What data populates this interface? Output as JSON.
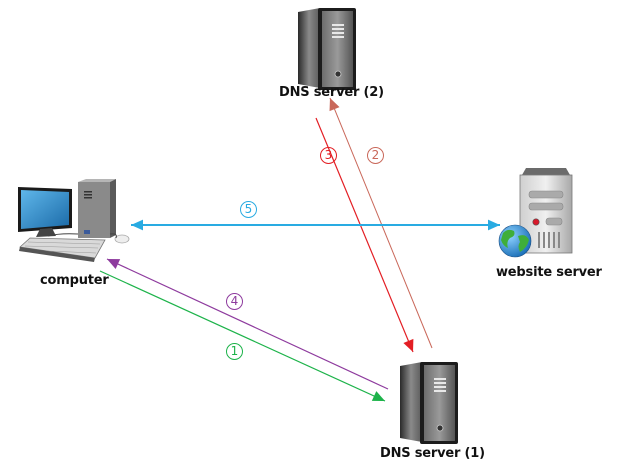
{
  "nodes": {
    "dns_server_2": {
      "label": "DNS server (2)"
    },
    "computer": {
      "label": "computer"
    },
    "website_server": {
      "label": "website server"
    },
    "dns_server_1": {
      "label": "DNS server (1)"
    }
  },
  "steps": [
    {
      "number": "1",
      "from": "computer",
      "to": "dns_server_1",
      "color": "#1db34a"
    },
    {
      "number": "2",
      "from": "dns_server_1",
      "to": "dns_server_2",
      "color": "#c9685a"
    },
    {
      "number": "3",
      "from": "dns_server_2",
      "to": "dns_server_1",
      "color": "#e31e24"
    },
    {
      "number": "4",
      "from": "dns_server_1",
      "to": "computer",
      "color": "#8e3b9e"
    },
    {
      "number": "5",
      "from": "computer",
      "to": "website_server",
      "bidirectional": true,
      "color": "#29abe2"
    }
  ]
}
